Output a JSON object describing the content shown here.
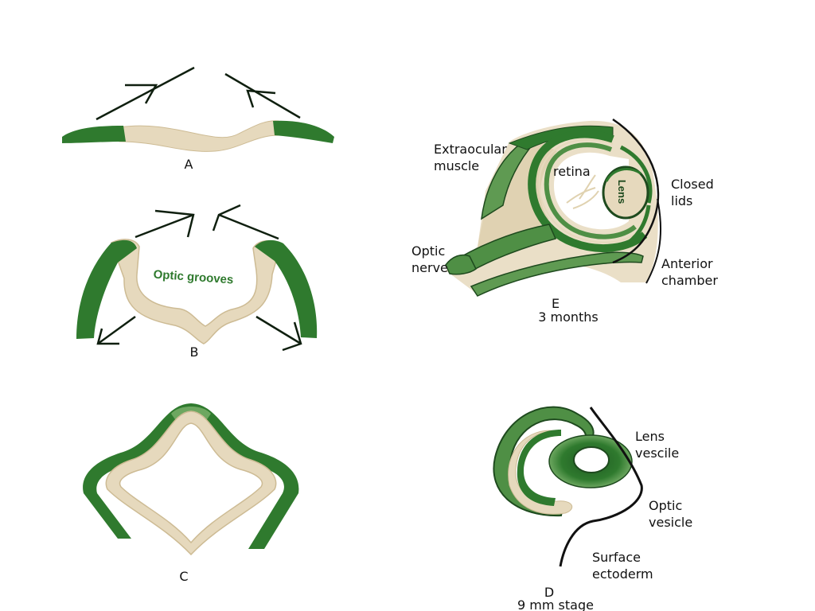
{
  "colors": {
    "dark_green": "#2f7a2e",
    "mid_green": "#5f9a52",
    "tan": "#e6d9bd",
    "tan_dark": "#cdbb94",
    "arrow": "#0f1f0f",
    "outline": "#1e4a1e"
  },
  "panels": {
    "a": {
      "letter": "A"
    },
    "b": {
      "letter": "B",
      "label": "Optic grooves"
    },
    "c": {
      "letter": "C"
    },
    "d": {
      "letter": "D",
      "stage": "9 mm stage",
      "lens_vesicle": [
        "Lens",
        "vescile"
      ],
      "optic_vesicle": [
        "Optic",
        "vesicle"
      ],
      "surface_ectoderm": [
        "Surface",
        "ectoderm"
      ]
    },
    "e": {
      "letter": "E",
      "stage": "3 months",
      "extraocular_muscle": [
        "Extraocular",
        "muscle"
      ],
      "retina": "retina",
      "lens": "Lens",
      "closed_lids": [
        "Closed",
        "lids"
      ],
      "optic_nerve": [
        "Optic",
        "nerve"
      ],
      "anterior_chamber": [
        "Anterior",
        "chamber"
      ]
    }
  }
}
